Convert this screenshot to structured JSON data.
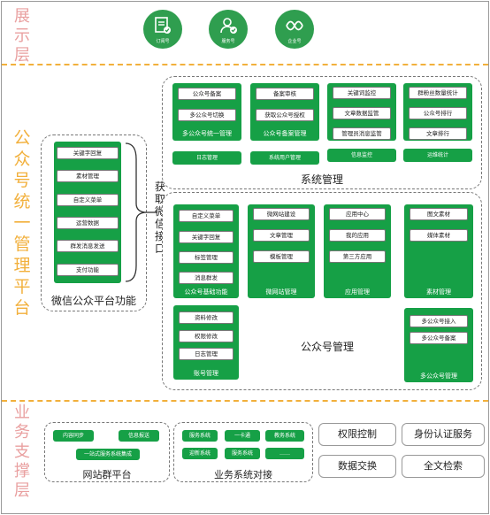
{
  "layers": {
    "display": "展示层",
    "platform": "公众号统一管理平台",
    "support": "业务支撑层"
  },
  "top_icons": [
    {
      "label": "订阅号",
      "icon": "document-icon"
    },
    {
      "label": "服务号",
      "icon": "user-check-icon"
    },
    {
      "label": "企业号",
      "icon": "link-icon"
    }
  ],
  "wechat": {
    "title": "微信公众平台功能",
    "items": [
      "关键字回复",
      "素材管理",
      "自定义菜单",
      "运营数据",
      "群发消息发送",
      "支付功能"
    ]
  },
  "interface_label": "获取微信接口",
  "system": {
    "title": "系统管理",
    "groups": [
      {
        "items": [
          "公众号备案",
          "多公众号切换"
        ],
        "caption": "多公众号统一管理"
      },
      {
        "items": [
          "备案审核",
          "获取公众号授权"
        ],
        "caption": "公众号备案管理"
      },
      {
        "items": [
          "关键词监控",
          "文章数据监管",
          "管理员消息监管"
        ],
        "caption": ""
      },
      {
        "items": [
          "群粉丝数量统计",
          "公众号排行",
          "文章排行"
        ],
        "caption": ""
      }
    ],
    "bottom": [
      "日志管理",
      "系统用户管理",
      "信息监控",
      "运维统计"
    ]
  },
  "account": {
    "title": "公众号管理",
    "groups": [
      {
        "items": [
          "自定义菜单",
          "关键字回复",
          "标签管理",
          "消息群发"
        ],
        "caption": "公众号基础功能"
      },
      {
        "items": [
          "微网站建设",
          "文章管理",
          "模板管理"
        ],
        "caption": "微网站管理"
      },
      {
        "items": [
          "应用中心",
          "我的应用",
          "第三方应用"
        ],
        "caption": "应用管理"
      },
      {
        "items": [
          "图文素材",
          "媒体素材"
        ],
        "caption": "素材管理"
      },
      {
        "items": [
          "多公众号接入",
          "多公众号备案"
        ],
        "caption": "多公众号管理"
      },
      {
        "items": [
          "资料修改",
          "权限修改",
          "日志管理"
        ],
        "caption": "账号管理"
      }
    ]
  },
  "support": {
    "site_group": {
      "title": "网站群平台",
      "items": [
        "内容同步",
        "信息报送",
        "一站式服务系统集成"
      ]
    },
    "biz": {
      "title": "业务系统对接",
      "items": [
        "服务系统",
        "一卡通",
        "教务系统",
        "迎新系统",
        "服务系统",
        "……"
      ]
    },
    "services": [
      "权限控制",
      "身份认证服务",
      "数据交换",
      "全文检索"
    ]
  },
  "colors": {
    "green": "#16a046",
    "dashed_line": "#f2b03c",
    "display_text": "#e9a0a0",
    "platform_text": "#f2b03c"
  }
}
